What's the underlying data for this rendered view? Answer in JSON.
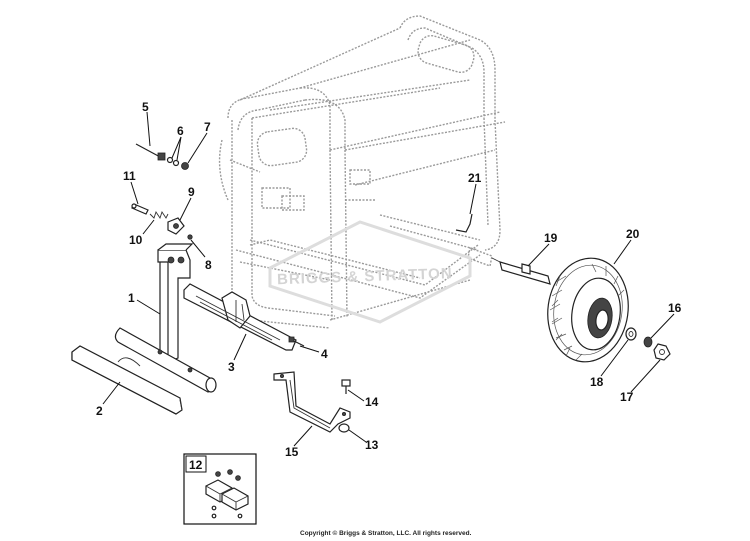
{
  "callouts": [
    {
      "id": "part-1",
      "label": "1"
    },
    {
      "id": "part-2",
      "label": "2"
    },
    {
      "id": "part-3",
      "label": "3"
    },
    {
      "id": "part-4",
      "label": "4"
    },
    {
      "id": "part-5",
      "label": "5"
    },
    {
      "id": "part-6",
      "label": "6"
    },
    {
      "id": "part-7",
      "label": "7"
    },
    {
      "id": "part-8",
      "label": "8"
    },
    {
      "id": "part-9",
      "label": "9"
    },
    {
      "id": "part-10",
      "label": "10"
    },
    {
      "id": "part-11",
      "label": "11"
    },
    {
      "id": "part-12",
      "label": "12"
    },
    {
      "id": "part-13",
      "label": "13"
    },
    {
      "id": "part-14",
      "label": "14"
    },
    {
      "id": "part-15",
      "label": "15"
    },
    {
      "id": "part-16",
      "label": "16"
    },
    {
      "id": "part-17",
      "label": "17"
    },
    {
      "id": "part-18",
      "label": "18"
    },
    {
      "id": "part-19",
      "label": "19"
    },
    {
      "id": "part-20",
      "label": "20"
    },
    {
      "id": "part-21",
      "label": "21"
    }
  ],
  "watermark": "BRIGGS & STRATTON",
  "copyright": "Copyright © Briggs & Stratton, LLC. All rights reserved."
}
